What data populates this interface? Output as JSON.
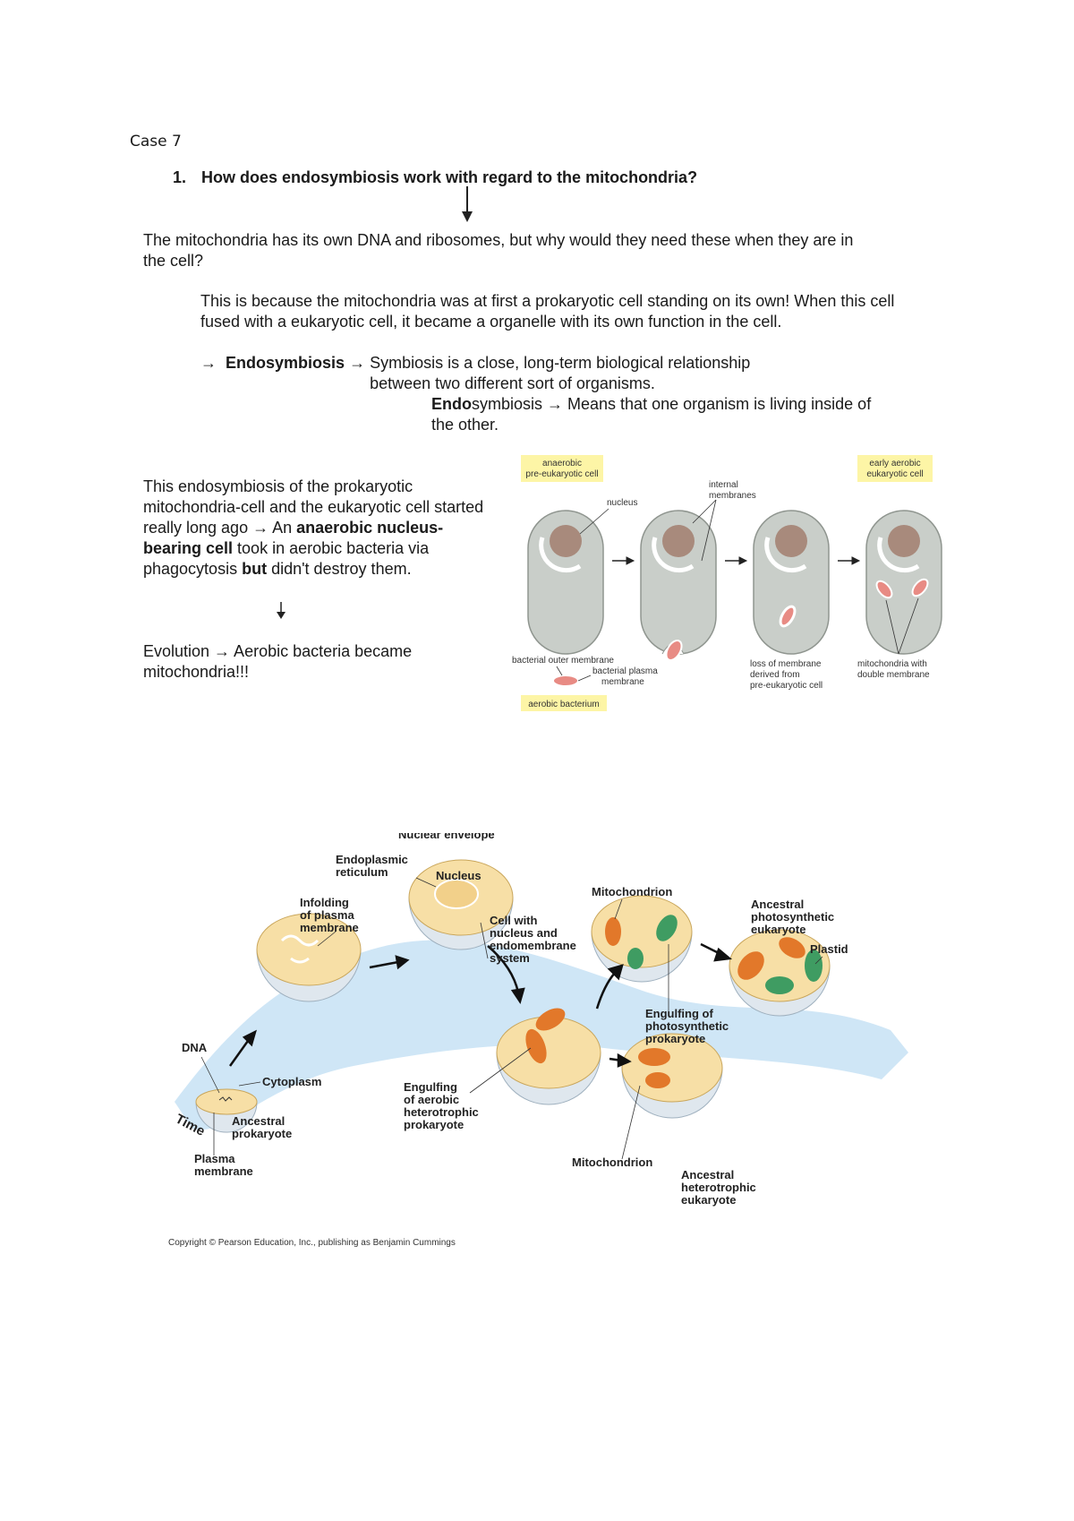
{
  "case_label": "Case 7",
  "question": {
    "number": "1.",
    "text": "How does endosymbiosis work with regard to the mitochondria?"
  },
  "intro": "The mitochondria has its own DNA and ribosomes, but why would they need these when they are in the cell?",
  "explanation": "This is because the mitochondria was at first a prokaryotic cell standing on its own! When this cell fused with a eukaryotic cell, it became a organelle with its own function in the cell.",
  "endo_line": {
    "arrow": "→",
    "term": "Endosymbiosis",
    "arrow2": "→",
    "def": "Symbiosis is a close, long-term biological relationship between two different sort of organisms."
  },
  "endo_sub": {
    "bold": "Endo",
    "rest": "symbiosis → Means that one organism is living inside of the other."
  },
  "left_col": {
    "t1": "This endosymbiosis of the prokaryotic mitochondria-cell and the eukaryotic cell started really long ago → An ",
    "b1": "anaerobic nucleus-bearing cell",
    "t2": " took in aerobic bacteria via phagocytosis ",
    "b2": "but",
    "t3": " didn't destroy them."
  },
  "evolution": "Evolution → Aerobic bacteria became mitochondria!!!",
  "figure1": {
    "anaerobic_l1": "anaerobic",
    "anaerobic_l2": "pre-eukaryotic cell",
    "early_l1": "early aerobic",
    "early_l2": "eukaryotic cell",
    "internal_l1": "internal",
    "internal_l2": "membranes",
    "nucleus": "nucleus",
    "outer_membrane": "bacterial outer membrane",
    "plasma_l1": "bacterial plasma",
    "plasma_l2": "membrane",
    "loss_l1": "loss of membrane",
    "loss_l2": "derived from",
    "loss_l3": "pre-eukaryotic cell",
    "mito_l1": "mitochondria with",
    "mito_l2": "double membrane",
    "aerobic_bacterium": "aerobic bacterium",
    "colors": {
      "cell": "#c9cec9",
      "nucleus": "#a88a7c",
      "bacterium": "#e88b84",
      "label_bg": "#fdf5a6"
    }
  },
  "figure2": {
    "nuclear_envelope": "Nuclear envelope",
    "er_l1": "Endoplasmic",
    "er_l2": "reticulum",
    "nucleus": "Nucleus",
    "infold_l1": "Infolding",
    "infold_l2": "of plasma",
    "infold_l3": "membrane",
    "cellwith_l1": "Cell with",
    "cellwith_l2": "nucleus and",
    "cellwith_l3": "endomembrane",
    "cellwith_l4": "system",
    "mitochondrion_top": "Mitochondrion",
    "aps_l1": "Ancestral",
    "aps_l2": "photosynthetic",
    "aps_l3": "eukaryote",
    "plastid": "Plastid",
    "dna": "DNA",
    "cytoplasm": "Cytoplasm",
    "time": "Time",
    "ap_l1": "Ancestral",
    "ap_l2": "prokaryote",
    "pm_l1": "Plasma",
    "pm_l2": "membrane",
    "eng_l1": "Engulfing",
    "eng_l2": "of aerobic",
    "eng_l3": "heterotrophic",
    "eng_l4": "prokaryote",
    "engp_l1": "Engulfing of",
    "engp_l2": "photosynthetic",
    "engp_l3": "prokaryote",
    "mitochondrion_bottom": "Mitochondrion",
    "ahe_l1": "Ancestral",
    "ahe_l2": "heterotrophic",
    "ahe_l3": "eukaryote",
    "colors": {
      "cytoplasm": "#f7dfa6",
      "shell": "#dfe7ee",
      "ribbon": "#cfe6f6",
      "mito": "#e2782a",
      "plastid": "#3f9c62"
    }
  },
  "copyright": "Copyright © Pearson Education, Inc., publishing as Benjamin Cummings"
}
